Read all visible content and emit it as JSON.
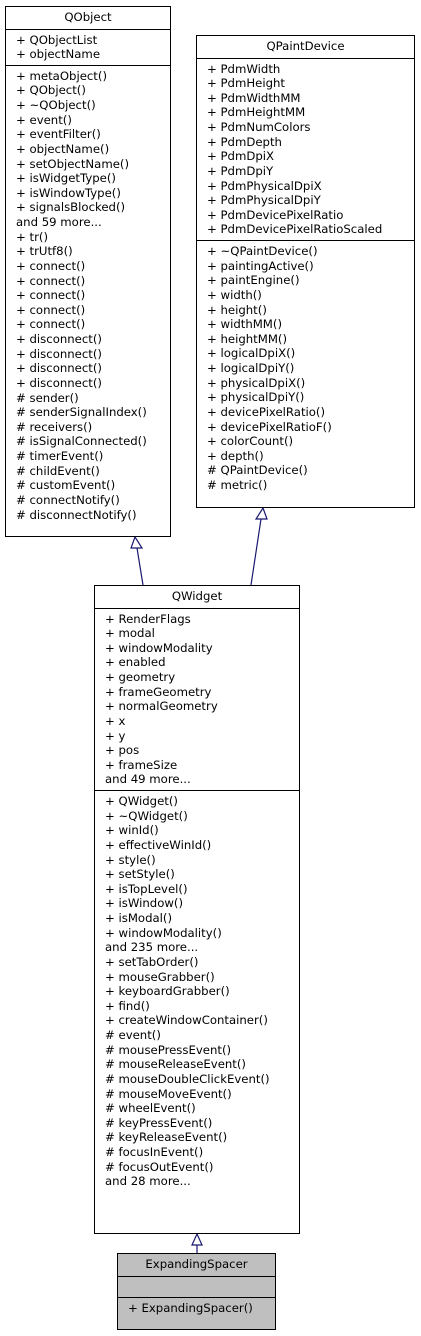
{
  "nodes": {
    "qobject": {
      "name": "QObject",
      "attributes": [
        "+ QObjectList",
        "+ objectName"
      ],
      "methods": [
        "+ metaObject()",
        "+ QObject()",
        "+ ~QObject()",
        "+ event()",
        "+ eventFilter()",
        "+ objectName()",
        "+ setObjectName()",
        "+ isWidgetType()",
        "+ isWindowType()",
        "+ signalsBlocked()",
        "and 59 more...",
        "+ tr()",
        "+ trUtf8()",
        "+ connect()",
        "+ connect()",
        "+ connect()",
        "+ connect()",
        "+ connect()",
        "+ disconnect()",
        "+ disconnect()",
        "+ disconnect()",
        "+ disconnect()",
        "# sender()",
        "# senderSignalIndex()",
        "# receivers()",
        "# isSignalConnected()",
        "# timerEvent()",
        "# childEvent()",
        "# customEvent()",
        "# connectNotify()",
        "# disconnectNotify()"
      ]
    },
    "qpaintdevice": {
      "name": "QPaintDevice",
      "attributes": [
        "+ PdmWidth",
        "+ PdmHeight",
        "+ PdmWidthMM",
        "+ PdmHeightMM",
        "+ PdmNumColors",
        "+ PdmDepth",
        "+ PdmDpiX",
        "+ PdmDpiY",
        "+ PdmPhysicalDpiX",
        "+ PdmPhysicalDpiY",
        "+ PdmDevicePixelRatio",
        "+ PdmDevicePixelRatioScaled"
      ],
      "methods": [
        "+ ~QPaintDevice()",
        "+ paintingActive()",
        "+ paintEngine()",
        "+ width()",
        "+ height()",
        "+ widthMM()",
        "+ heightMM()",
        "+ logicalDpiX()",
        "+ logicalDpiY()",
        "+ physicalDpiX()",
        "+ physicalDpiY()",
        "+ devicePixelRatio()",
        "+ devicePixelRatioF()",
        "+ colorCount()",
        "+ depth()",
        "# QPaintDevice()",
        "# metric()"
      ]
    },
    "qwidget": {
      "name": "QWidget",
      "attributes": [
        "+ RenderFlags",
        "+ modal",
        "+ windowModality",
        "+ enabled",
        "+ geometry",
        "+ frameGeometry",
        "+ normalGeometry",
        "+ x",
        "+ y",
        "+ pos",
        "+ frameSize",
        "and 49 more..."
      ],
      "methods": [
        "+ QWidget()",
        "+ ~QWidget()",
        "+ winId()",
        "+ effectiveWinId()",
        "+ style()",
        "+ setStyle()",
        "+ isTopLevel()",
        "+ isWindow()",
        "+ isModal()",
        "+ windowModality()",
        "and 235 more...",
        "+ setTabOrder()",
        "+ mouseGrabber()",
        "+ keyboardGrabber()",
        "+ find()",
        "+ createWindowContainer()",
        "# event()",
        "# mousePressEvent()",
        "# mouseReleaseEvent()",
        "# mouseDoubleClickEvent()",
        "# mouseMoveEvent()",
        "# wheelEvent()",
        "# keyPressEvent()",
        "# keyReleaseEvent()",
        "# focusInEvent()",
        "# focusOutEvent()",
        "and 28 more..."
      ]
    },
    "expandingspacer": {
      "name": "ExpandingSpacer",
      "attributes": [],
      "methods": [
        "+ ExpandingSpacer()"
      ]
    }
  },
  "edges": [
    {
      "from": "qwidget",
      "to": "qobject",
      "type": "inheritance"
    },
    {
      "from": "qwidget",
      "to": "qpaintdevice",
      "type": "inheritance"
    },
    {
      "from": "expandingspacer",
      "to": "qwidget",
      "type": "inheritance"
    }
  ],
  "colors": {
    "line": "#191970",
    "border": "#000000",
    "highlight_fill": "#bfbfbf"
  }
}
